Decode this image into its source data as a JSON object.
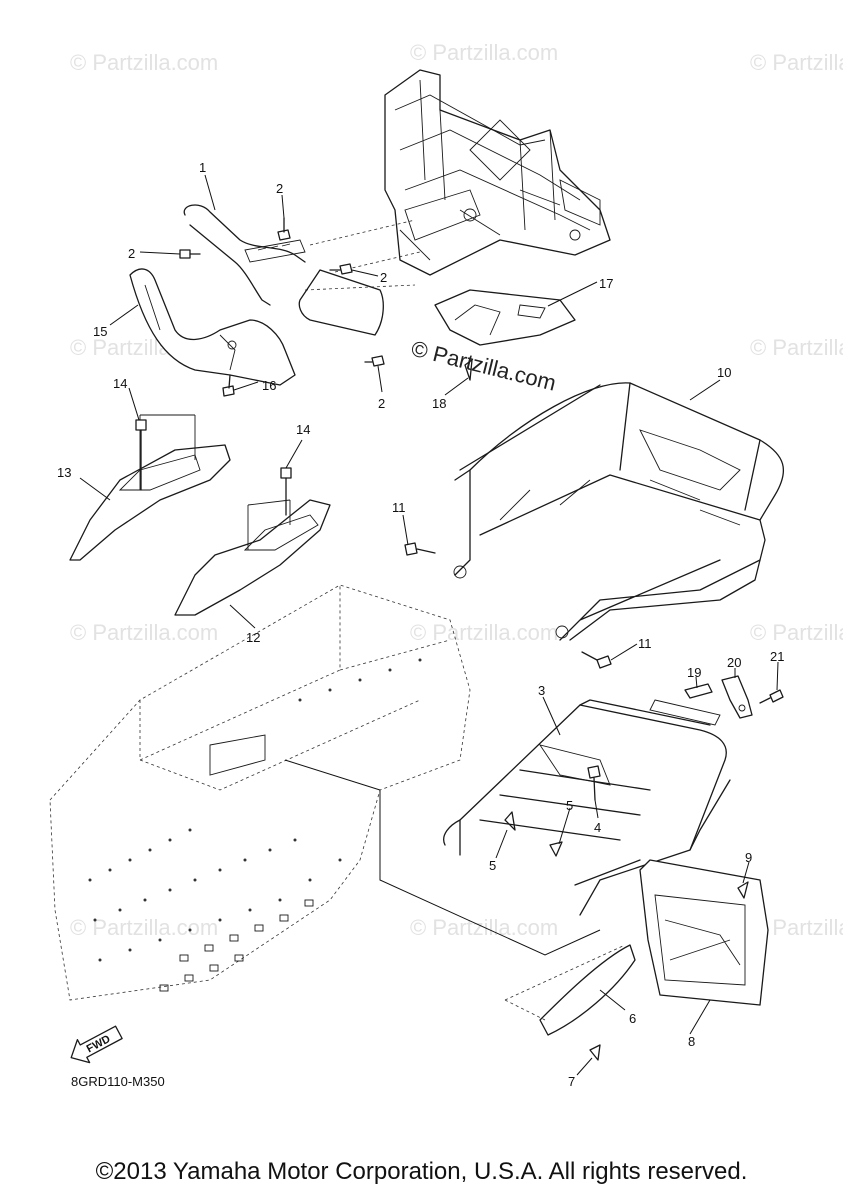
{
  "watermark": {
    "text": "© Partzilla.com",
    "center_text": "© Partzilla.com"
  },
  "callouts": [
    "1",
    "2",
    "2",
    "2",
    "2",
    "3",
    "4",
    "5",
    "5",
    "6",
    "7",
    "8",
    "9",
    "10",
    "11",
    "11",
    "12",
    "13",
    "14",
    "14",
    "15",
    "16",
    "17",
    "18",
    "19",
    "20",
    "21"
  ],
  "diagram_code": "8GRD110-M350",
  "fwd_label": "FWD",
  "copyright": "©2013 Yamaha Motor Corporation, U.S.A. All rights reserved."
}
